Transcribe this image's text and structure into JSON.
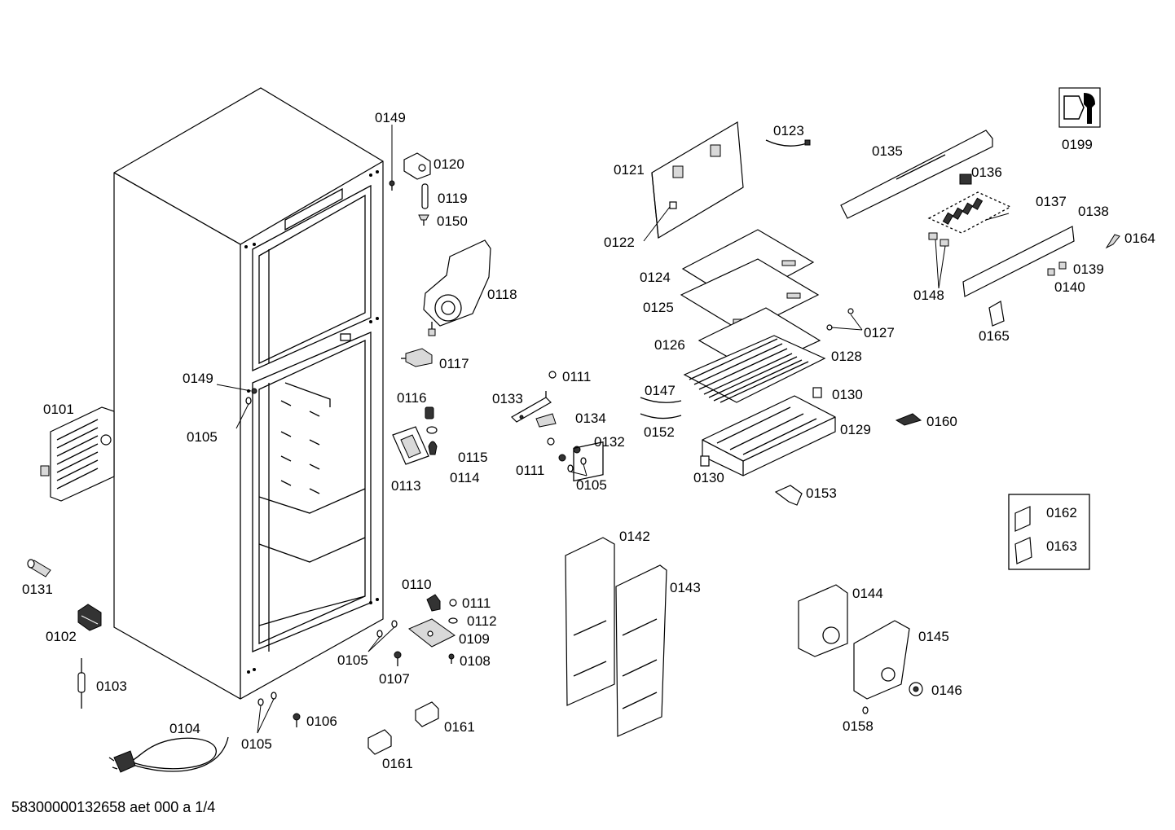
{
  "labels": {
    "p0101": "0101",
    "p0102": "0102",
    "p0103": "0103",
    "p0104": "0104",
    "p0105a": "0105",
    "p0105b": "0105",
    "p0105c": "0105",
    "p0105d": "0105",
    "p0106": "0106",
    "p0107": "0107",
    "p0108": "0108",
    "p0109": "0109",
    "p0110": "0110",
    "p0111a": "0111",
    "p0111b": "0111",
    "p0111c": "0111",
    "p0112": "0112",
    "p0113": "0113",
    "p0114": "0114",
    "p0115": "0115",
    "p0116": "0116",
    "p0117": "0117",
    "p0118": "0118",
    "p0119": "0119",
    "p0120": "0120",
    "p0121": "0121",
    "p0122": "0122",
    "p0123": "0123",
    "p0124": "0124",
    "p0125": "0125",
    "p0126": "0126",
    "p0127": "0127",
    "p0128": "0128",
    "p0129": "0129",
    "p0130a": "0130",
    "p0130b": "0130",
    "p0131": "0131",
    "p0132": "0132",
    "p0133": "0133",
    "p0134": "0134",
    "p0135": "0135",
    "p0136": "0136",
    "p0137": "0137",
    "p0138": "0138",
    "p0139": "0139",
    "p0140": "0140",
    "p0142": "0142",
    "p0143": "0143",
    "p0144": "0144",
    "p0145": "0145",
    "p0146": "0146",
    "p0147": "0147",
    "p0148": "0148",
    "p0149a": "0149",
    "p0149b": "0149",
    "p0150": "0150",
    "p0152": "0152",
    "p0153": "0153",
    "p0158": "0158",
    "p0160": "0160",
    "p0161a": "0161",
    "p0161b": "0161",
    "p0162": "0162",
    "p0163": "0163",
    "p0164": "0164",
    "p0165": "0165",
    "p0199": "0199"
  },
  "footer": "58300000132658 aet 000 a 1/4",
  "icons": {
    "service_tool": "nut-and-wrench-icon"
  },
  "colors": {
    "line": "#000000",
    "background": "#ffffff",
    "shade": "#d9d9d9"
  }
}
